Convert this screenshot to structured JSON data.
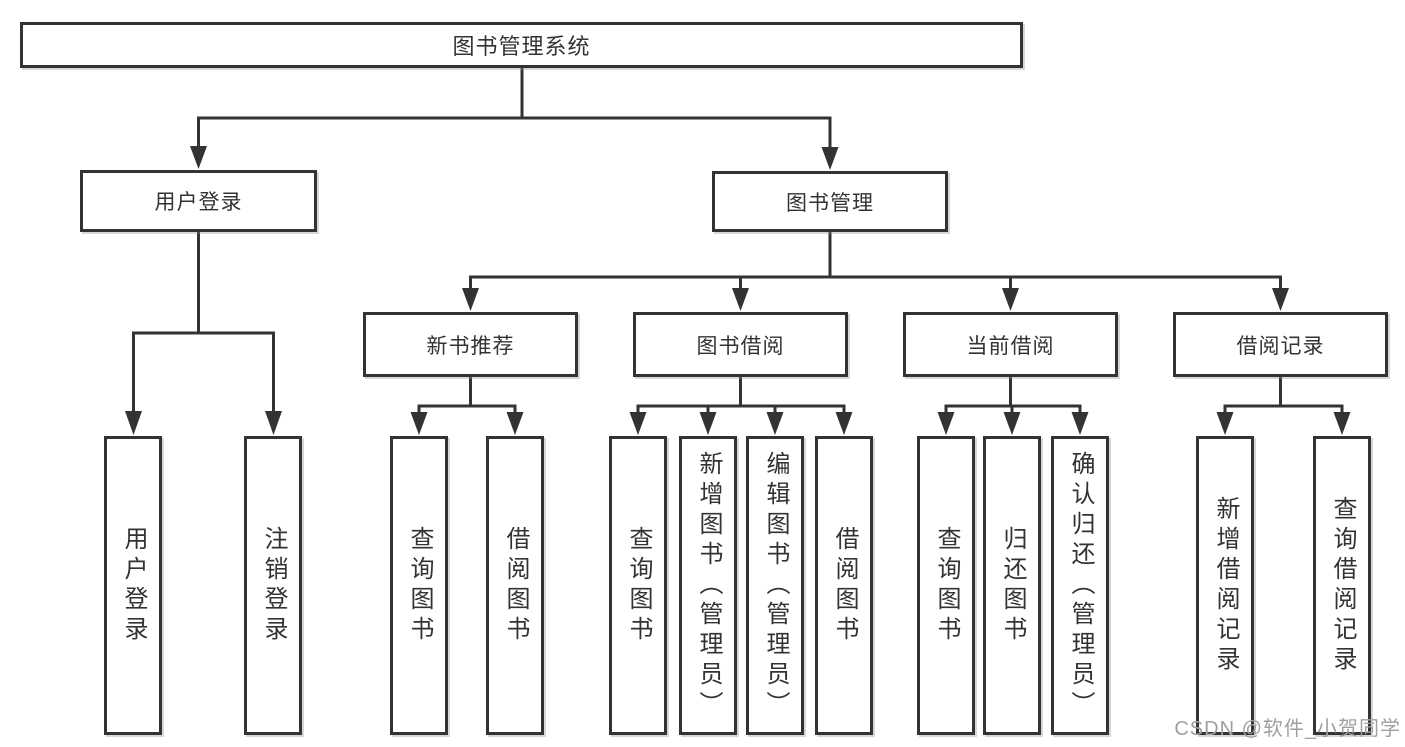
{
  "nodes": {
    "root": "图书管理系统",
    "level2": [
      "用户登录",
      "图书管理"
    ],
    "level3": [
      "新书推荐",
      "图书借阅",
      "当前借阅",
      "借阅记录"
    ],
    "leaves": [
      "用户登录",
      "注销登录",
      "查询图书",
      "借阅图书",
      "查询图书",
      "新增图书（管理员）",
      "编辑图书（管理员）",
      "借阅图书",
      "查询图书",
      "归还图书",
      "确认归还（管理员）",
      "新增借阅记录",
      "查询借阅记录"
    ]
  },
  "watermark": "CSDN @软件_小贺同学",
  "colors": {
    "line": "#333333",
    "text": "#333333",
    "box_background": "#ffffff",
    "page_background": "#ffffff",
    "watermark": "#a0a0a0"
  }
}
